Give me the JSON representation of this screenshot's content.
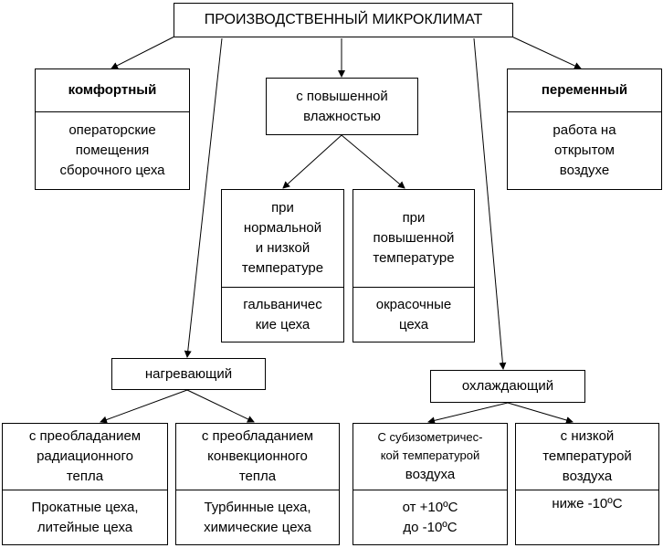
{
  "title": "ПРОИЗВОДСТВЕННЫЙ МИКРОКЛИМАТ",
  "types": {
    "comfort": {
      "label": "комфортный",
      "example": "операторские\nпомещения\nсборочного цеха"
    },
    "humid": {
      "label": "с повышенной\nвлажностью",
      "sub": [
        {
          "label": "при\nнормальной\nи низкой\nтемпературе",
          "example": "гальваничес\nкие цеха"
        },
        {
          "label": "при\nповышенной\nтемпературе",
          "example": "окрасочные\nцеха"
        }
      ]
    },
    "variable": {
      "label": "переменный",
      "example": "работа на\nоткрытом\nвоздухе"
    },
    "heating": {
      "label": "нагревающий",
      "sub": [
        {
          "label": "с преобладанием\nрадиационного\nтепла",
          "example": "Прокатные цеха,\nлитейные цеха"
        },
        {
          "label": "с преобладанием\nконвекционного\nтепла",
          "example": "Турбинные цеха,\nхимические цеха"
        }
      ]
    },
    "cooling": {
      "label": "охлаждающий",
      "sub": [
        {
          "label_line1": "С субизометричес-\nкой температурой",
          "label_line2": "воздуха",
          "example": "от +10ºС\nдо -10ºС"
        },
        {
          "label": "с низкой\nтемпературой\nвоздуха",
          "example": "ниже -10ºС"
        }
      ]
    }
  }
}
